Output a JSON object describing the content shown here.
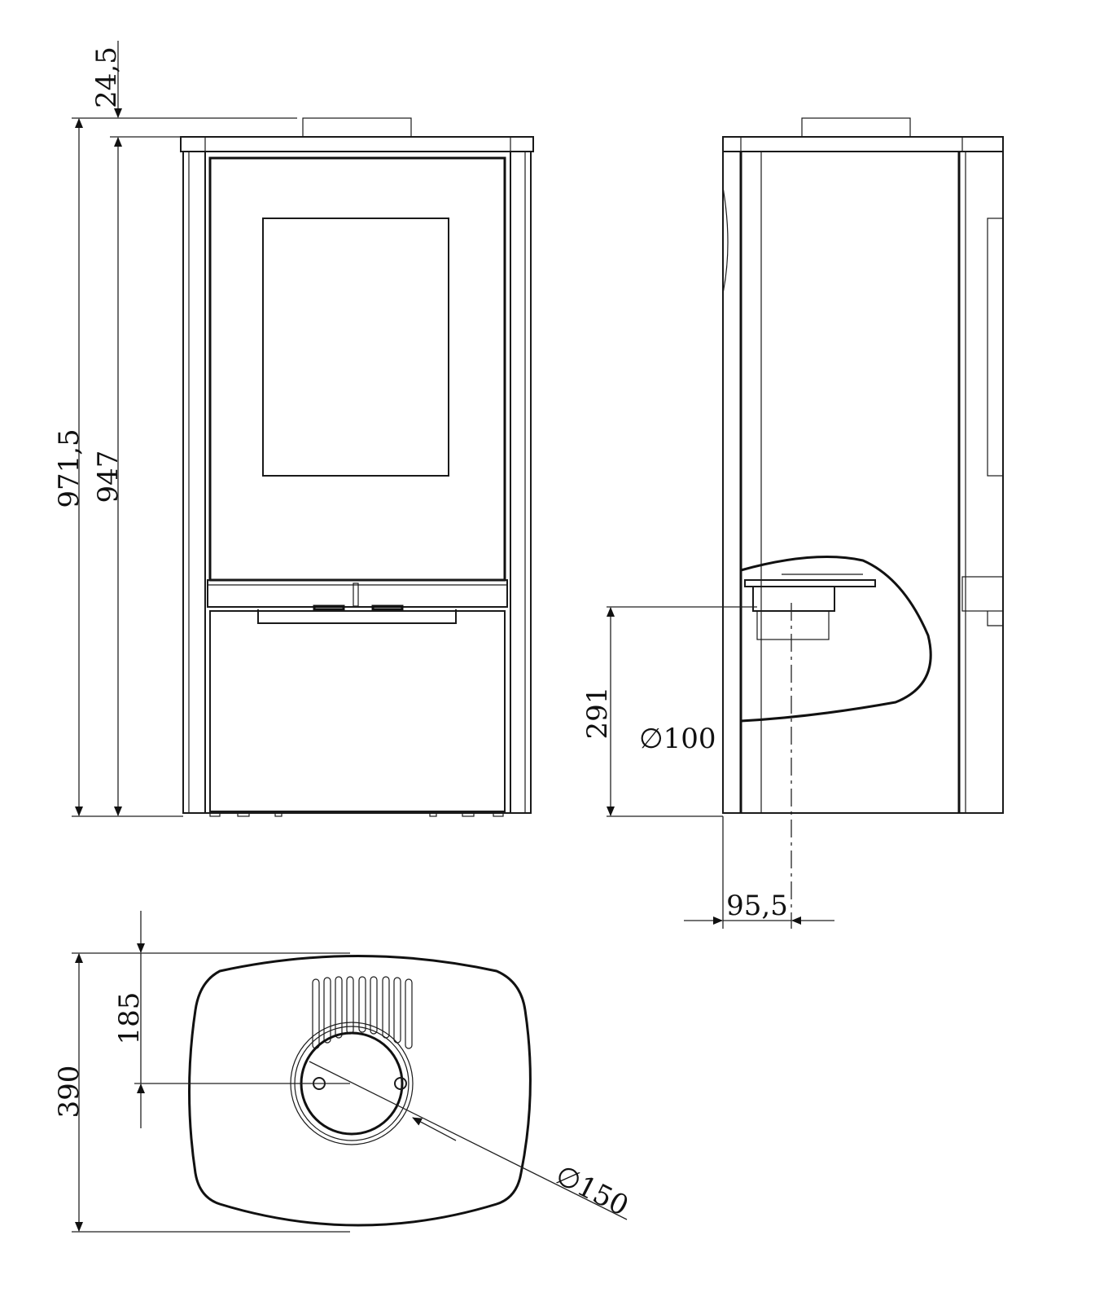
{
  "title": "Stove dimension drawing",
  "views": {
    "front": {
      "dimensions": {
        "top_offset": "24,5",
        "total_height": "971,5",
        "body_height": "947"
      }
    },
    "side": {
      "dimensions": {
        "outlet_height": "291",
        "outlet_diameter": "∅100",
        "outlet_depth": "95,5"
      }
    },
    "top": {
      "dimensions": {
        "depth": "390",
        "flue_center_offset": "185",
        "flue_diameter": "∅150"
      }
    }
  }
}
